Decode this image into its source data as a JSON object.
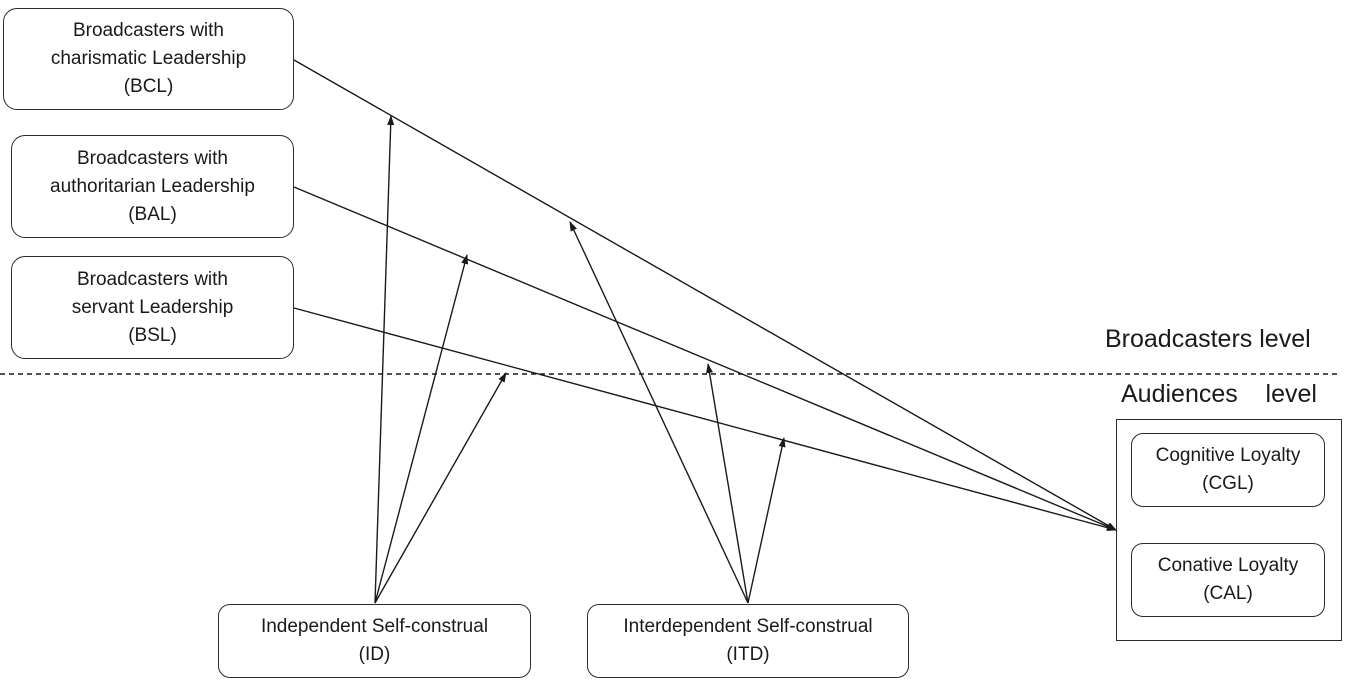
{
  "nodes": {
    "bcl": {
      "line1": "Broadcasters with",
      "line2": "charismatic Leadership",
      "line3": "(BCL)"
    },
    "bal": {
      "line1": "Broadcasters with",
      "line2": "authoritarian  Leadership",
      "line3": "(BAL)"
    },
    "bsl": {
      "line1": "Broadcasters with",
      "line2": "servant  Leadership",
      "line3": "(BSL)"
    },
    "id": {
      "line1": "Independent  Self-construal",
      "line2": "(ID)"
    },
    "itd": {
      "line1": "Interdependent Self-construal",
      "line2": "(ITD)"
    },
    "cgl": {
      "line1": "Cognitive Loyalty",
      "line2": "(CGL)"
    },
    "cal": {
      "line1": "Conative Loyalty",
      "line2": "(CAL)"
    }
  },
  "levels": {
    "broadcasters": "Broadcasters level",
    "audiences": "Audiences    level"
  },
  "colors": {
    "line": "#1a1a1a",
    "border": "#2b2b2b",
    "background": "#ffffff"
  }
}
